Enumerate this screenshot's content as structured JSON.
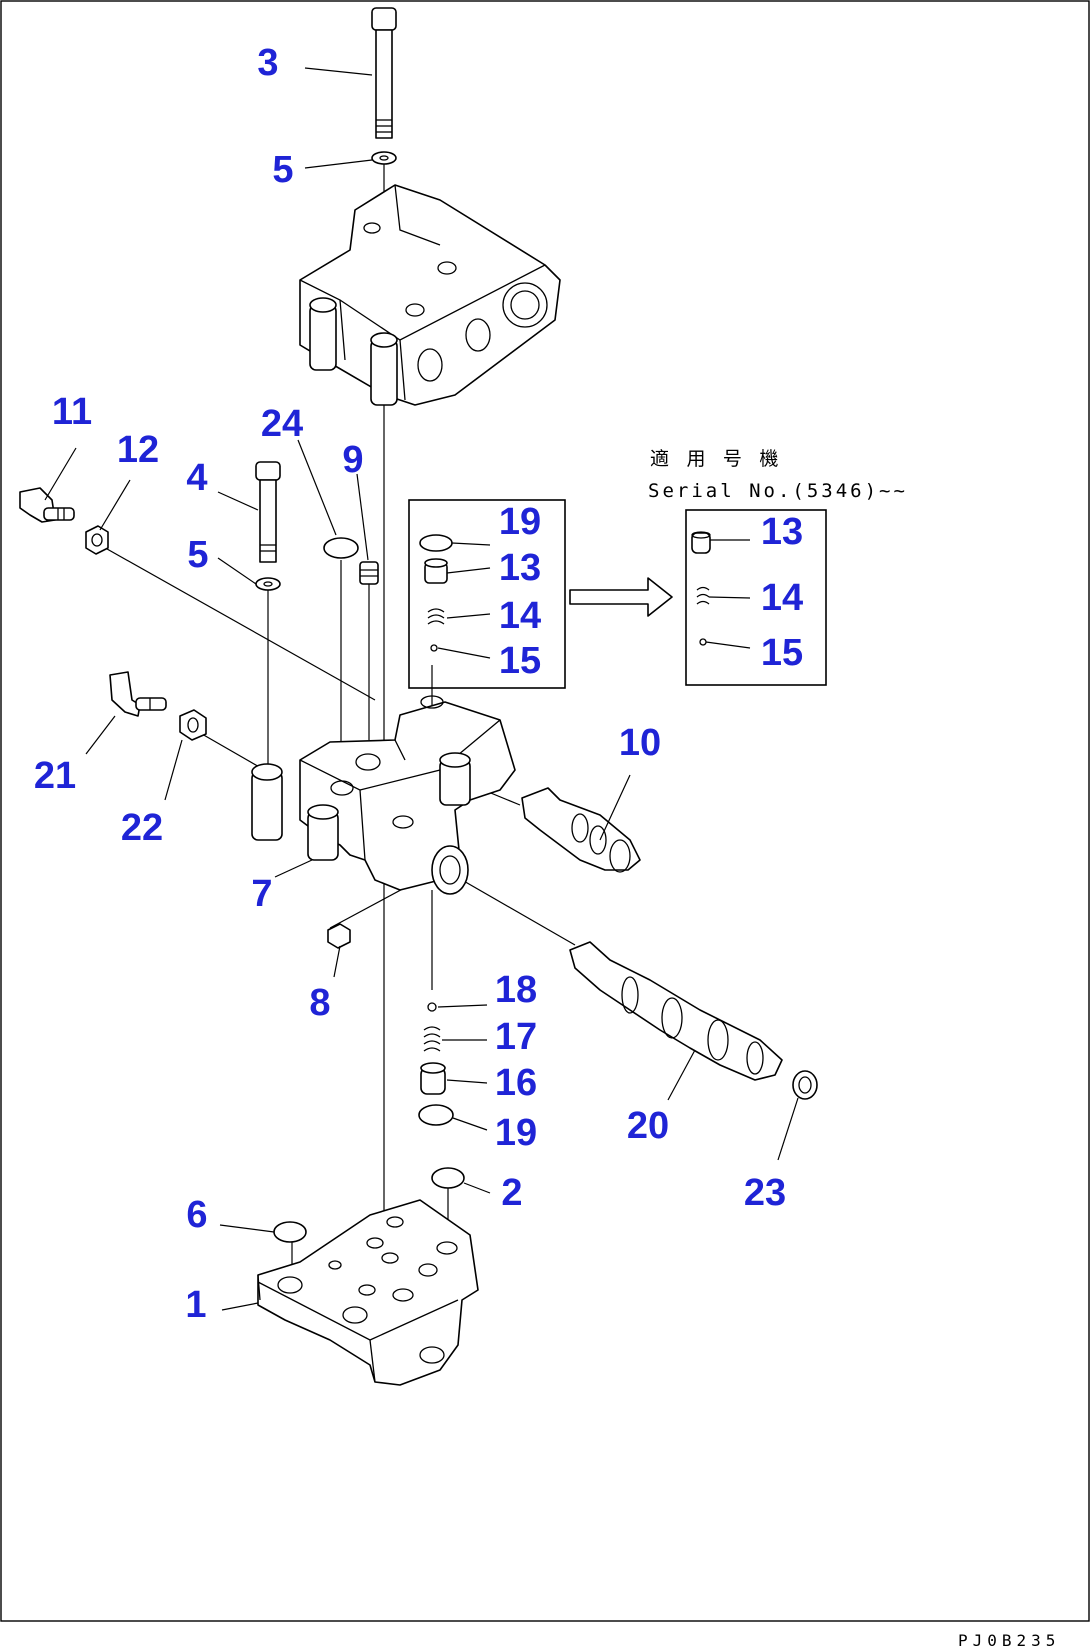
{
  "diagram": {
    "callouts": {
      "c1": "1",
      "c2": "2",
      "c3": "3",
      "c4": "4",
      "c5a": "5",
      "c5b": "5",
      "c6": "6",
      "c7": "7",
      "c8": "8",
      "c9": "9",
      "c10": "10",
      "c11": "11",
      "c12": "12",
      "c13a": "13",
      "c13b": "13",
      "c14a": "14",
      "c14b": "14",
      "c15a": "15",
      "c15b": "15",
      "c16": "16",
      "c17": "17",
      "c18": "18",
      "c19a": "19",
      "c19b": "19",
      "c20": "20",
      "c21": "21",
      "c22": "22",
      "c23": "23",
      "c24": "24"
    },
    "note_title": "適 用 号 機",
    "note_serial": "Serial No.(5346)~~",
    "reference": "PJ0B235",
    "accent_color": "#1f24d6"
  }
}
